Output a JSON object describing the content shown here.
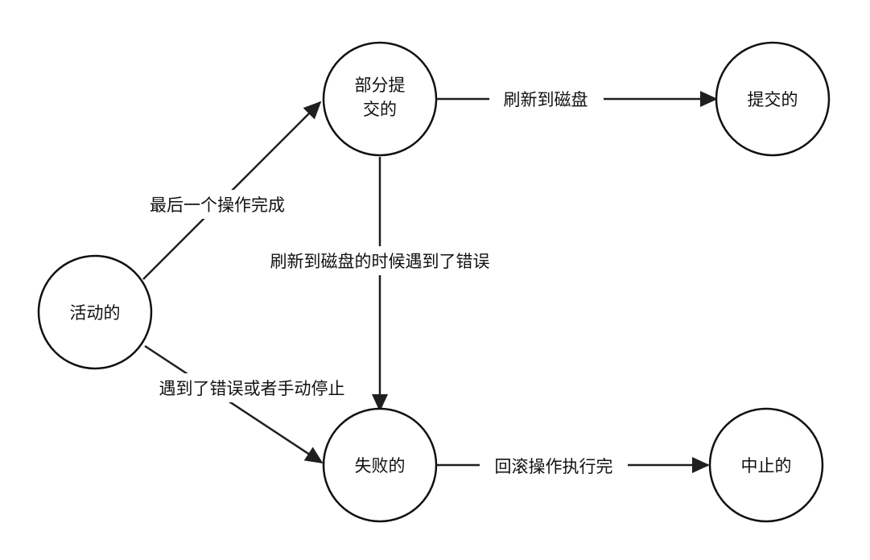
{
  "diagram": {
    "nodes": {
      "active": {
        "label": "活动的"
      },
      "partially_committed": {
        "label_line1": "部分提",
        "label_line2": "交的"
      },
      "committed": {
        "label": "提交的"
      },
      "failed": {
        "label": "失败的"
      },
      "aborted": {
        "label": "中止的"
      }
    },
    "edges": {
      "active_to_partial": {
        "label": "最后一个操作完成"
      },
      "partial_to_committed": {
        "label": "刷新到磁盘"
      },
      "partial_to_failed": {
        "label": "刷新到磁盘的时候遇到了错误"
      },
      "active_to_failed": {
        "label": "遇到了错误或者手动停止"
      },
      "failed_to_aborted": {
        "label": "回滚操作执行完"
      }
    }
  }
}
